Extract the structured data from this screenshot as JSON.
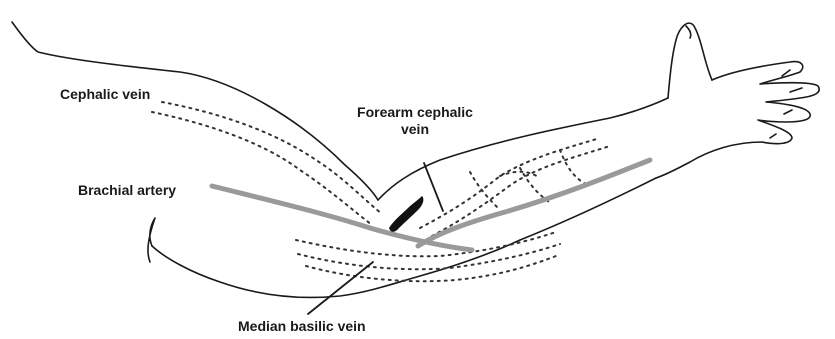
{
  "labels": {
    "cephalic_vein": "Cephalic vein",
    "forearm_cephalic_vein_line1": "Forearm cephalic",
    "forearm_cephalic_vein_line2": "vein",
    "brachial_artery": "Brachial artery",
    "median_basilic_vein": "Median basilic vein"
  },
  "colors": {
    "outline": "#1a1a1a",
    "vessel_dots": "#333333",
    "graft": "#9a9a9a",
    "clot": "#111111"
  }
}
